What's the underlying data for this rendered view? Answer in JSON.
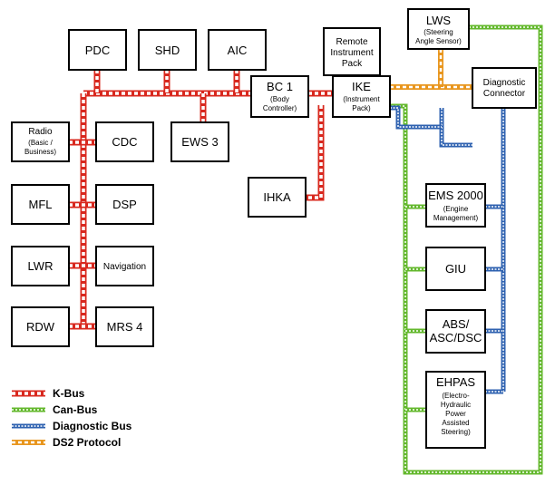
{
  "colors": {
    "kbus": "#d8281e",
    "canbus": "#64b82e",
    "diag": "#2f62b0",
    "ds2": "#e8961e"
  },
  "modules": {
    "pdc": {
      "title": "PDC"
    },
    "shd": {
      "title": "SHD"
    },
    "aic": {
      "title": "AIC"
    },
    "remote": {
      "line1": "Remote",
      "line2": "Instrument",
      "line3": "Pack"
    },
    "lws": {
      "title": "LWS",
      "line1": "(Steering",
      "line2": "Angle Sensor)"
    },
    "bc1": {
      "title": "BC 1",
      "line1": "(Body",
      "line2": "Controller)"
    },
    "ike": {
      "title": "IKE",
      "line1": "(Instrument",
      "line2": "Pack)"
    },
    "diagconn": {
      "line1": "Diagnostic",
      "line2": "Connector"
    },
    "radio": {
      "title": "Radio",
      "line1": "(Basic /",
      "line2": "Business)"
    },
    "cdc": {
      "title": "CDC"
    },
    "ews": {
      "title": "EWS 3"
    },
    "mfl": {
      "title": "MFL"
    },
    "dsp": {
      "title": "DSP"
    },
    "ihka": {
      "title": "IHKA"
    },
    "ems": {
      "title": "EMS 2000",
      "line1": "(Engine",
      "line2": "Management)"
    },
    "lwr": {
      "title": "LWR"
    },
    "nav": {
      "title": "Navigation"
    },
    "giu": {
      "title": "GIU"
    },
    "rdw": {
      "title": "RDW"
    },
    "mrs": {
      "title": "MRS 4"
    },
    "abs": {
      "line1": "ABS/",
      "line2": "ASC/DSC"
    },
    "ehpas": {
      "title": "EHPAS",
      "line1": "(Electro-",
      "line2": "Hydraulic",
      "line3": "Power",
      "line4": "Assisted",
      "line5": "Steering)"
    }
  },
  "legend": {
    "kbus": "K-Bus",
    "canbus": "Can-Bus",
    "diag": "Diagnostic Bus",
    "ds2": "DS2 Protocol"
  }
}
